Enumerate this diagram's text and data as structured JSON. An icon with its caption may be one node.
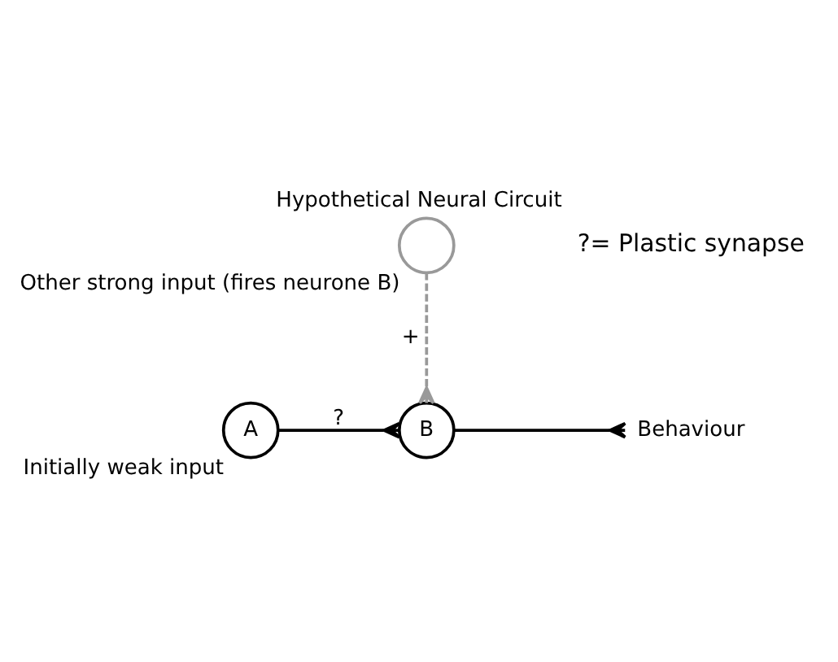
{
  "diagram": {
    "title": "Hypothetical Neural Circuit",
    "caption": "?= Plastic synapse",
    "nodes": [
      {
        "text": [
          "A"
        ],
        "beside": [
          "Initially weak input"
        ]
      },
      {
        "text": [
          "B"
        ]
      },
      {
        "text": [
          "Behaviour"
        ]
      },
      {
        "text": [],
        "shape": "circle",
        "beside": [
          "Other strong input (fires neurone B)"
        ]
      }
    ],
    "edges": [
      {
        "from": 0,
        "to": 1,
        "arrow": "other",
        "label": "?"
      },
      {
        "from": 1,
        "to": 2,
        "arrow": "other"
      },
      {
        "from": 3,
        "to": 1,
        "arrow": "other",
        "label": "+",
        "style": "dashed",
        "color": "#999999"
      }
    ]
  }
}
